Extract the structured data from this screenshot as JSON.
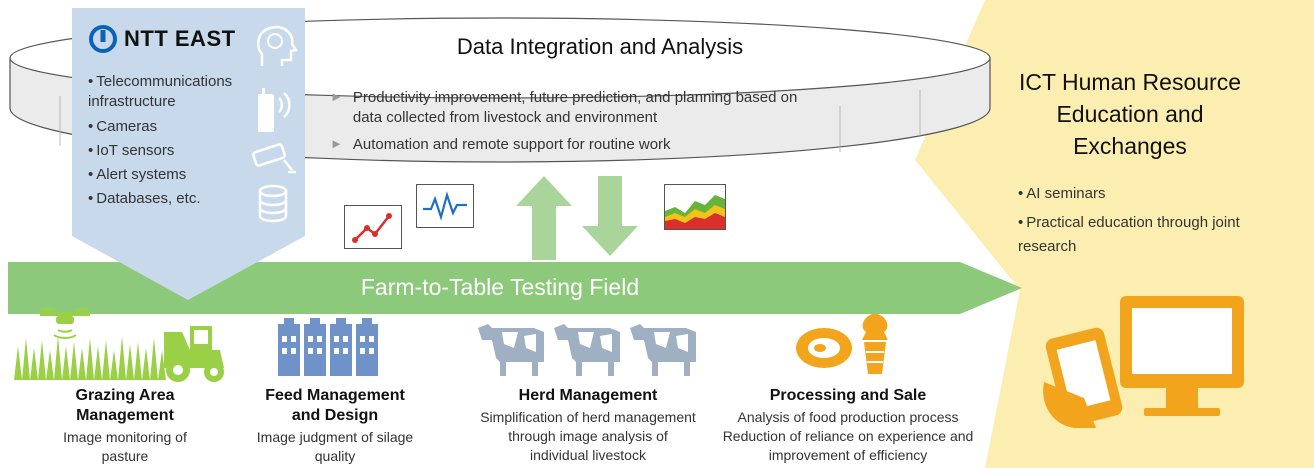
{
  "provider": {
    "logo_text": "NTT EAST",
    "items": [
      "Telecommunications infrastructure",
      "Cameras",
      "IoT sensors",
      "Alert systems",
      "Databases, etc."
    ]
  },
  "data_integration": {
    "title": "Data Integration and Analysis",
    "points": [
      "Productivity improvement, future prediction, and planning based on data collected from livestock and environment",
      "Automation and remote support for routine work"
    ]
  },
  "testing_field": {
    "label": "Farm-to-Table Testing Field"
  },
  "ict": {
    "title": "ICT Human Resource Education and Exchanges",
    "items": [
      "AI seminars",
      "Practical education through joint research"
    ]
  },
  "sections": [
    {
      "title": "Grazing Area Management",
      "desc": "Image monitoring of pasture"
    },
    {
      "title": "Feed Management and Design",
      "desc": "Image judgment of silage quality"
    },
    {
      "title": "Herd Management",
      "desc": "Simplification of herd management through image analysis of individual livestock"
    },
    {
      "title": "Processing and Sale",
      "desc": "Analysis of food production process Reduction of reliance on experience and improvement of efficiency"
    }
  ],
  "colors": {
    "band_green": "#8cc97a",
    "provider_blue": "#c9d9ec",
    "ict_yellow": "#fbeeb0",
    "icon_blue": "#6f93c9",
    "icon_orange": "#f2a51c",
    "icon_green": "#9ad045",
    "arrow_green": "#a9d59b"
  }
}
